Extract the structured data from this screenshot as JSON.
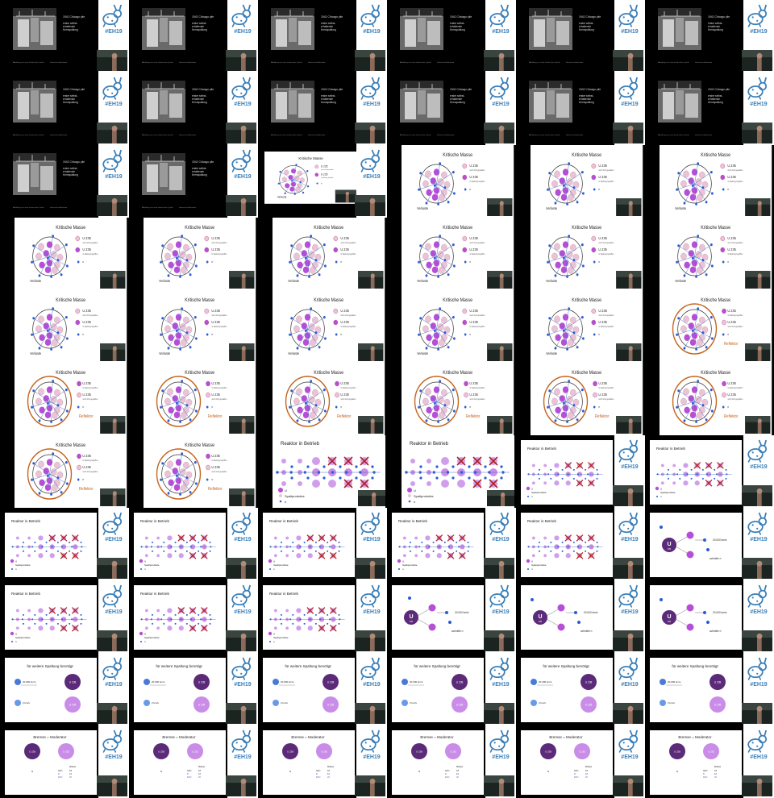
{
  "grid": {
    "columns": 6,
    "rows": 11
  },
  "colors": {
    "black": "#000000",
    "white": "#ffffff",
    "purple": "#b64fd6",
    "purple_dark": "#5b2a78",
    "pink": "#eac4d6",
    "blue": "#2a5bd7",
    "logo_blue": "#3a7fb8",
    "orange": "#c5651f",
    "red": "#b22020",
    "lilac": "#c98de8"
  },
  "icons": [
    "rabbit-logo-icon",
    "speaker-video-icon"
  ],
  "texts": {
    "chicago": {
      "lines": [
        "1942 Chicago pile",
        "erster selbst-",
        "erhaltende",
        "Kernspaltung"
      ],
      "footer_left": "Abbildung aus einer historischen Quelle",
      "footer_right": "Historische Aufnahme",
      "hashtag": "#EH19"
    },
    "kritische": {
      "title": "Kritische Masse",
      "u235": "U 235",
      "not_split": "noch nicht gespalten",
      "in_split": "in Spaltung begriffen",
      "n": "n",
      "verluste": "Verluste",
      "reflektor": "Reflektor"
    },
    "reaktor": {
      "title": "Reaktor in Betrieb",
      "u": "U",
      "products": "Spaltprodukte",
      "n": "n"
    },
    "speed": {
      "u": "U",
      "u_sub": "235",
      "speed": "20.000 km/s",
      "fast": "schnelle n"
    },
    "spaltung": {
      "title": "für weitere Spaltung benötigt",
      "fast_speed": "20.000 km/s",
      "slow_speed": "2 km/s",
      "u238": "U 238",
      "u235": "U 235"
    },
    "bremse": {
      "title": "Bremse = Moderator",
      "u238": "U 238",
      "u235": "U 235",
      "n": "N",
      "header": "Masse",
      "rows": [
        [
          "H2O",
          "18"
        ],
        [
          "C",
          "12"
        ],
        [
          "D2O",
          "20"
        ]
      ]
    }
  },
  "tiles": [
    {
      "type": "chicago",
      "small": false
    },
    {
      "type": "chicago",
      "small": false
    },
    {
      "type": "chicago",
      "small": false
    },
    {
      "type": "chicago",
      "small": false
    },
    {
      "type": "chicago",
      "small": false
    },
    {
      "type": "chicago",
      "small": false
    },
    {
      "type": "chicago",
      "small": false
    },
    {
      "type": "chicago",
      "small": false
    },
    {
      "type": "chicago",
      "small": false
    },
    {
      "type": "chicago",
      "small": false
    },
    {
      "type": "chicago",
      "small": false
    },
    {
      "type": "chicago",
      "small": false
    },
    {
      "type": "chicago",
      "small": false
    },
    {
      "type": "chicago",
      "small": false
    },
    {
      "type": "kritisch-small",
      "small": true
    },
    {
      "type": "kritisch",
      "small": false
    },
    {
      "type": "kritisch",
      "small": false
    },
    {
      "type": "kritisch",
      "small": false
    },
    {
      "type": "kritisch",
      "small": false
    },
    {
      "type": "kritisch",
      "small": false
    },
    {
      "type": "kritisch",
      "small": false
    },
    {
      "type": "kritisch",
      "small": false
    },
    {
      "type": "kritisch",
      "small": false
    },
    {
      "type": "kritisch",
      "small": false
    },
    {
      "type": "kritisch",
      "small": false
    },
    {
      "type": "kritisch",
      "small": false
    },
    {
      "type": "kritisch",
      "small": false
    },
    {
      "type": "kritisch",
      "small": false
    },
    {
      "type": "kritisch",
      "small": false
    },
    {
      "type": "reflektor-a",
      "small": false
    },
    {
      "type": "reflektor",
      "small": false
    },
    {
      "type": "reflektor",
      "small": false
    },
    {
      "type": "reflektor",
      "small": false
    },
    {
      "type": "reflektor",
      "small": false
    },
    {
      "type": "reflektor",
      "small": false
    },
    {
      "type": "reflektor",
      "small": false
    },
    {
      "type": "reflektor",
      "small": false
    },
    {
      "type": "reflektor",
      "small": false
    },
    {
      "type": "reaktor-big",
      "small": false
    },
    {
      "type": "reaktor-big",
      "small": false
    },
    {
      "type": "reaktor-small",
      "small": true
    },
    {
      "type": "reaktor-small",
      "small": true
    },
    {
      "type": "reaktor-small",
      "small": true
    },
    {
      "type": "reaktor-small",
      "small": true
    },
    {
      "type": "reaktor-small",
      "small": true
    },
    {
      "type": "reaktor-small",
      "small": true
    },
    {
      "type": "reaktor-small",
      "small": true
    },
    {
      "type": "speed",
      "small": true
    },
    {
      "type": "reaktor-small",
      "small": true
    },
    {
      "type": "reaktor-small",
      "small": true
    },
    {
      "type": "reaktor-small",
      "small": true
    },
    {
      "type": "speed-light",
      "small": true
    },
    {
      "type": "speed",
      "small": true
    },
    {
      "type": "speed",
      "small": true
    },
    {
      "type": "spaltung",
      "small": true
    },
    {
      "type": "spaltung",
      "small": true
    },
    {
      "type": "spaltung",
      "small": true
    },
    {
      "type": "spaltung",
      "small": true
    },
    {
      "type": "spaltung",
      "small": true
    },
    {
      "type": "spaltung",
      "small": true
    },
    {
      "type": "bremse",
      "small": true
    },
    {
      "type": "bremse",
      "small": true
    },
    {
      "type": "bremse",
      "small": true
    },
    {
      "type": "bremse",
      "small": true
    },
    {
      "type": "bremse",
      "small": true
    },
    {
      "type": "bremse",
      "small": true
    }
  ]
}
